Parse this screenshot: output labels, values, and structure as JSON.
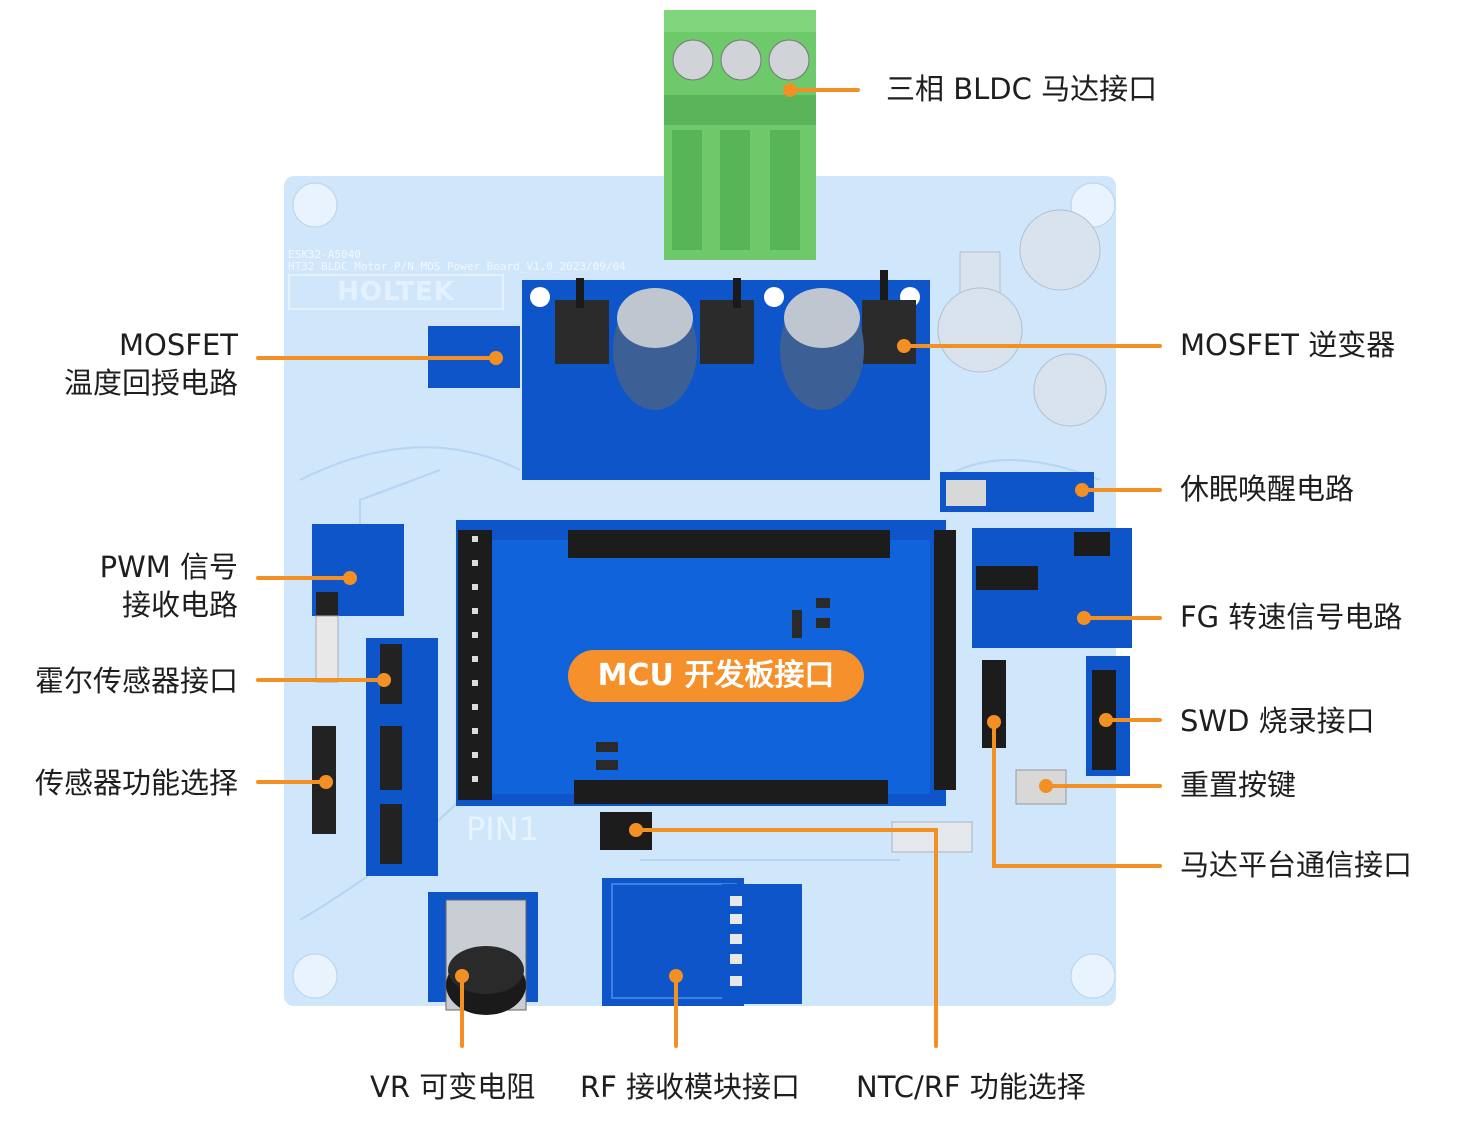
{
  "board": {
    "model": "ESK32-A5040",
    "description": "HT32 BLDC Motor P/N MOS Power Board_V1.0_2023/09/04",
    "logo_text": "HOLTEK",
    "pin1_label": "PIN1",
    "mcu_label": "MCU 开发板接口",
    "colors": {
      "board": "#cfe6fb",
      "pcb": "#0d55c8",
      "pcb_dark": "#0a46a6",
      "terminal": "#6ec96a",
      "callout_line": "#f39024",
      "header": "#222222"
    }
  },
  "callouts": {
    "bldc": "三相 BLDC 马达接口",
    "mosfet_temp_1": "MOSFET",
    "mosfet_temp_2": "温度回授电路",
    "mosfet_inverter": "MOSFET 逆变器",
    "sleep_wake": "休眠唤醒电路",
    "pwm_1": "PWM 信号",
    "pwm_2": "接收电路",
    "fg": "FG 转速信号电路",
    "hall": "霍尔传感器接口",
    "swd": "SWD 烧录接口",
    "sensor_select": "传感器功能选择",
    "reset": "重置按键",
    "motor_comm": "马达平台通信接口",
    "vr": "VR 可变电阻",
    "rf": "RF 接收模块接口",
    "ntc_rf": "NTC/RF 功能选择"
  }
}
